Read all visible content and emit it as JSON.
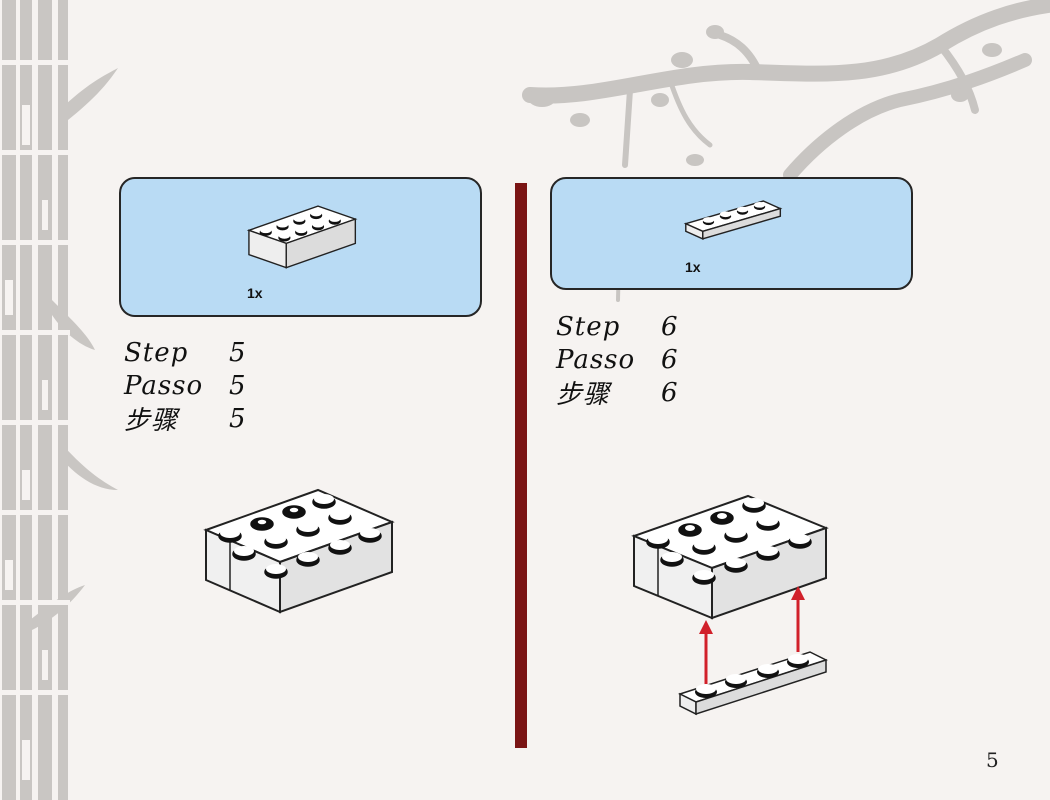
{
  "steps": [
    {
      "labels": [
        "Step",
        "Passo",
        "步骤"
      ],
      "number": "5",
      "parts": {
        "quantity": "1x",
        "piece": "2x4 white brick"
      }
    },
    {
      "labels": [
        "Step",
        "Passo",
        "步骤"
      ],
      "number": "6",
      "parts": {
        "quantity": "1x",
        "piece": "1x4 white plate"
      }
    }
  ],
  "page_number": "5",
  "colors": {
    "background": "#f6f3f1",
    "parts_box": "#b9dbf4",
    "divider": "#7a1414",
    "arrow": "#d1202a",
    "decoration": "#c8c5c2"
  }
}
